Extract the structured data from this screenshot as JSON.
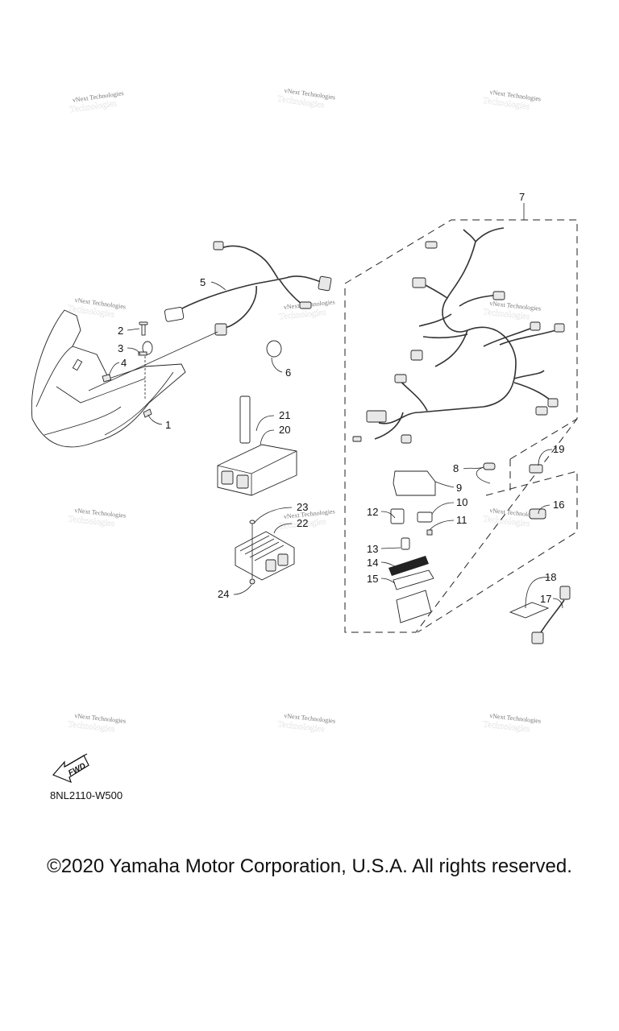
{
  "diagram": {
    "code": "8NL2110-W500",
    "fwd_label": "FWD",
    "watermark_text": "vNext Technologies",
    "callouts": [
      {
        "n": "1",
        "part": "headlight-cowling"
      },
      {
        "n": "2",
        "part": "bolt"
      },
      {
        "n": "3",
        "part": "clamp"
      },
      {
        "n": "4",
        "part": "nut-clip"
      },
      {
        "n": "5",
        "part": "sub-wire-harness"
      },
      {
        "n": "6",
        "part": "band"
      },
      {
        "n": "7",
        "part": "wire-harness-assy"
      },
      {
        "n": "8",
        "part": "connector-cap"
      },
      {
        "n": "9",
        "part": "fuse-box-cover"
      },
      {
        "n": "10",
        "part": "cap"
      },
      {
        "n": "11",
        "part": "connector"
      },
      {
        "n": "12",
        "part": "relay"
      },
      {
        "n": "13",
        "part": "relay-small"
      },
      {
        "n": "14",
        "part": "label"
      },
      {
        "n": "15",
        "part": "seal"
      },
      {
        "n": "16",
        "part": "coupler"
      },
      {
        "n": "17",
        "part": "lead-wire"
      },
      {
        "n": "18",
        "part": "label-sheet"
      },
      {
        "n": "19",
        "part": "connector-end"
      },
      {
        "n": "20",
        "part": "ecu"
      },
      {
        "n": "21",
        "part": "band-strap"
      },
      {
        "n": "22",
        "part": "rectifier-regulator"
      },
      {
        "n": "23",
        "part": "bolt-long"
      },
      {
        "n": "24",
        "part": "nut"
      }
    ]
  },
  "footer": {
    "copyright": "©2020 Yamaha Motor Corporation, U.S.A. All rights reserved."
  }
}
